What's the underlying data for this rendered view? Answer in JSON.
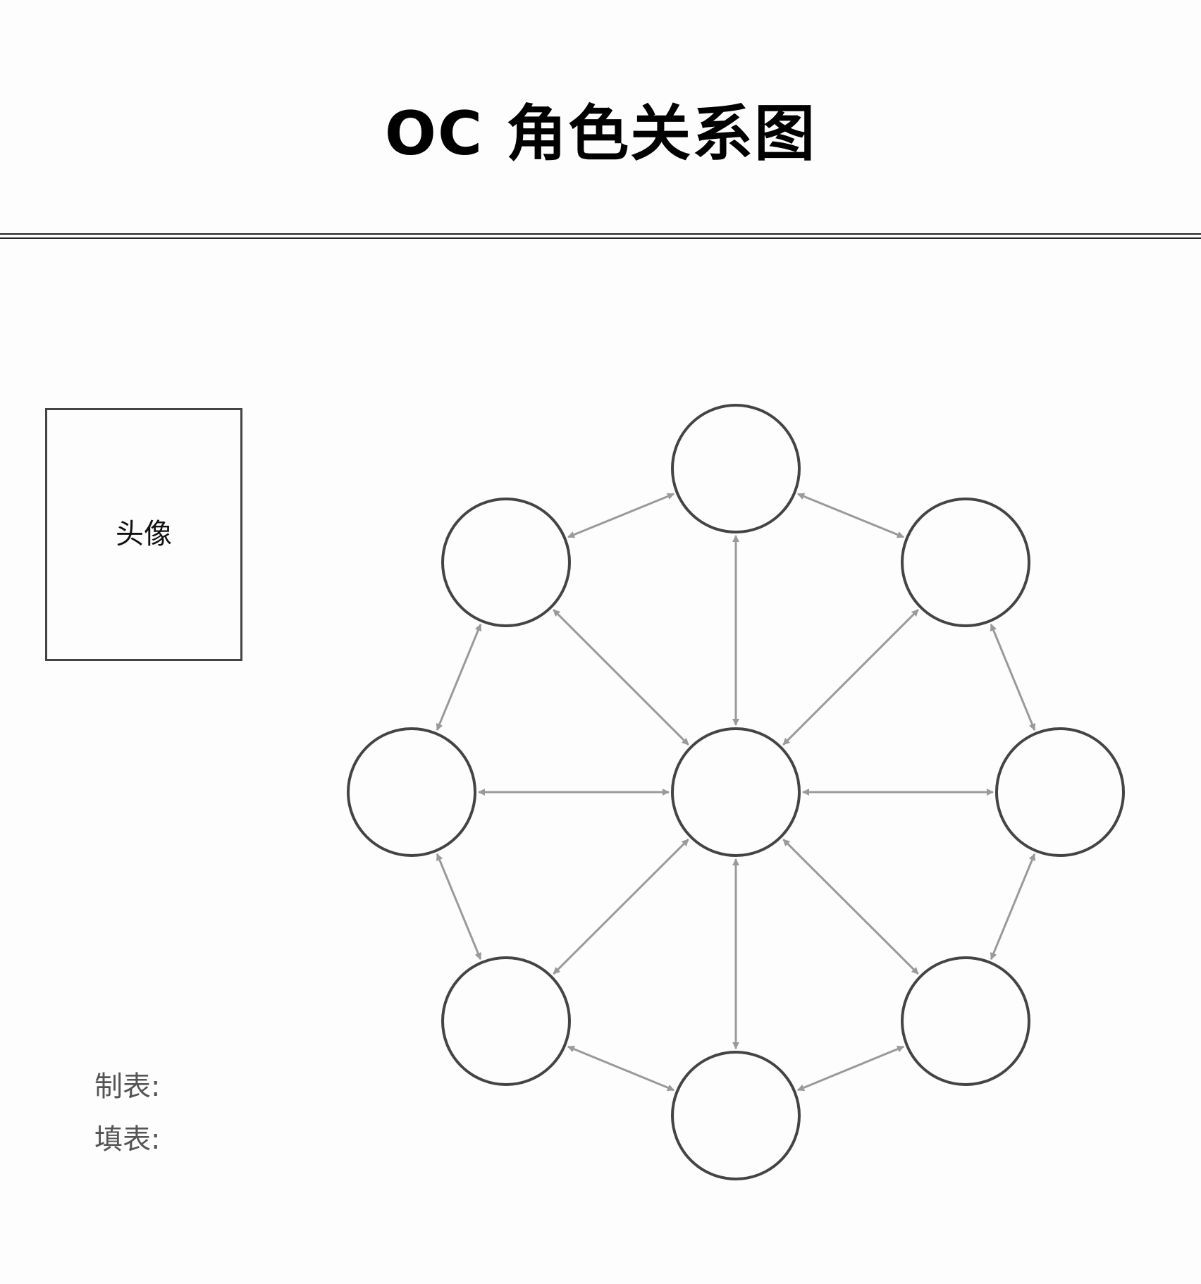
{
  "title": "OC 角色关系图",
  "avatar": {
    "label": "头像"
  },
  "footer": {
    "maker_label": "制表:",
    "filler_label": "填表:"
  },
  "diagram": {
    "node_names": [
      "center",
      "top",
      "top-right",
      "right",
      "bottom-right",
      "bottom",
      "bottom-left",
      "left",
      "top-left"
    ],
    "edges": [
      [
        "center",
        "top"
      ],
      [
        "center",
        "top-right"
      ],
      [
        "center",
        "right"
      ],
      [
        "center",
        "bottom-right"
      ],
      [
        "center",
        "bottom"
      ],
      [
        "center",
        "bottom-left"
      ],
      [
        "center",
        "left"
      ],
      [
        "center",
        "top-left"
      ],
      [
        "top",
        "top-right"
      ],
      [
        "top-right",
        "right"
      ],
      [
        "right",
        "bottom-right"
      ],
      [
        "bottom-right",
        "bottom"
      ],
      [
        "bottom",
        "bottom-left"
      ],
      [
        "bottom-left",
        "left"
      ],
      [
        "left",
        "top-left"
      ],
      [
        "top-left",
        "top"
      ]
    ],
    "edge_direction": "bidirectional",
    "colors": {
      "node_stroke": "#444444",
      "edge": "#9a9a9a",
      "background": "#fdfdfd"
    }
  }
}
